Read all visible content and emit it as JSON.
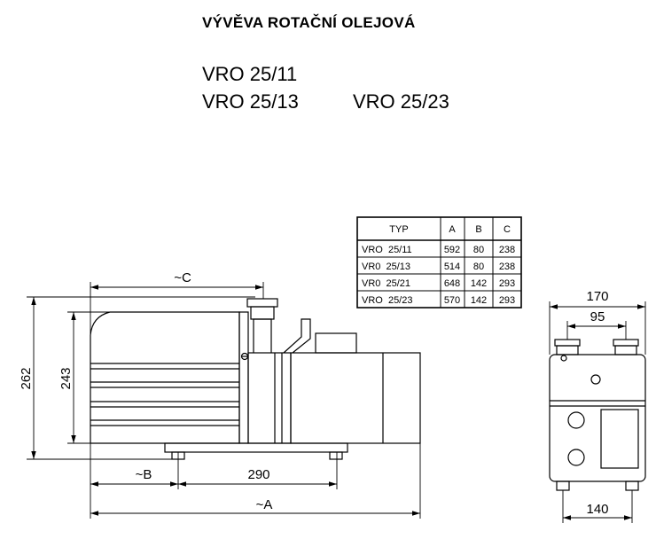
{
  "header": {
    "title": "VÝVĚVA ROTAČNÍ OLEJOVÁ",
    "model_1": "VRO 25/11",
    "model_2": "VRO 25/13",
    "model_3": "VRO 25/23"
  },
  "dimensions": {
    "height_total": "262",
    "height_body": "243",
    "length_c": "~C",
    "length_b": "~B",
    "base_span": "290",
    "length_a": "~A",
    "width_total": "170",
    "inlet_spacing": "95",
    "foot_spacing": "140"
  },
  "table": {
    "headers": [
      "TYP",
      "A",
      "B",
      "C"
    ],
    "rows": [
      [
        "VRO  25/11",
        "592",
        "80",
        "238"
      ],
      [
        "VR0  25/13",
        "514",
        "80",
        "238"
      ],
      [
        "VR0  25/21",
        "648",
        "142",
        "293"
      ],
      [
        "VRO  25/23",
        "570",
        "142",
        "293"
      ]
    ]
  }
}
